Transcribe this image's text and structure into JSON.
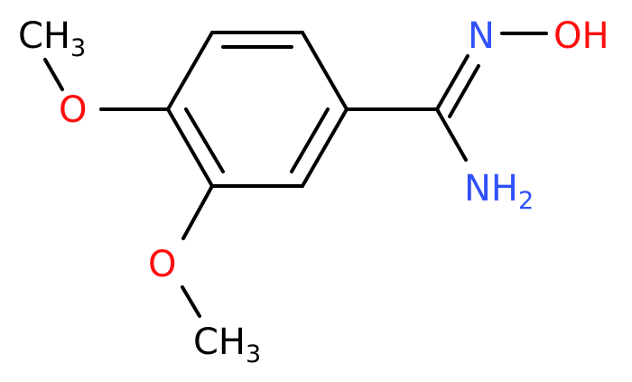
{
  "molecule": {
    "atoms": {
      "methyl_top": {
        "main": "CH",
        "sub": "3"
      },
      "oxygen_top": {
        "main": "O"
      },
      "oxygen_mid": {
        "main": "O"
      },
      "methyl_bottom": {
        "main": "CH",
        "sub": "3"
      },
      "nitrogen_imine": {
        "main": "N"
      },
      "hydroxyl": {
        "main": "OH"
      },
      "amine": {
        "main": "NH",
        "sub": "2"
      }
    },
    "colors": {
      "bond": "#000000",
      "carbon": "#000000",
      "oxygen": "#ff0d0d",
      "nitrogen": "#3050f8"
    }
  }
}
